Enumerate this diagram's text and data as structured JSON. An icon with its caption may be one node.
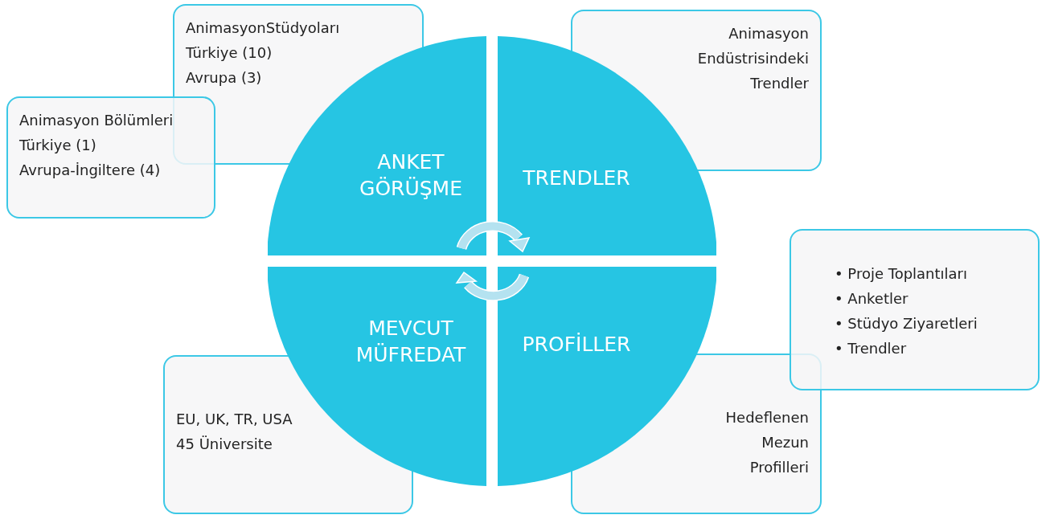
{
  "diagram": {
    "nodes": [
      {
        "text": [
          "AnimasyonStüdyoları",
          "Türkiye (10)",
          "Avrupa (3)"
        ]
      },
      {
        "text": [
          "Animasyon Bölümleri",
          "Türkiye (1)",
          "Avrupa-İngiltere (4)"
        ]
      },
      {
        "text": [
          "Animasyon Endüstrisindeki Trendler"
        ]
      },
      {
        "text": [
          "ANKET GÖRÜŞME"
        ]
      },
      {
        "text": [
          "TRENDLER"
        ]
      },
      {
        "text": [
          "MEVCUT MÜFREDAT"
        ]
      },
      {
        "text": [
          "PROFİLLER"
        ]
      },
      {
        "text": [
          "• Proje Toplantıları",
          "• Anketler",
          "• Stüdyo Ziyaretleri",
          "• Trendler"
        ]
      },
      {
        "text": [
          "EU, UK, TR, USA",
          "45 Üniversite"
        ]
      },
      {
        "text": [
          "Hedeflenen Mezun Profilleri"
        ]
      }
    ]
  }
}
